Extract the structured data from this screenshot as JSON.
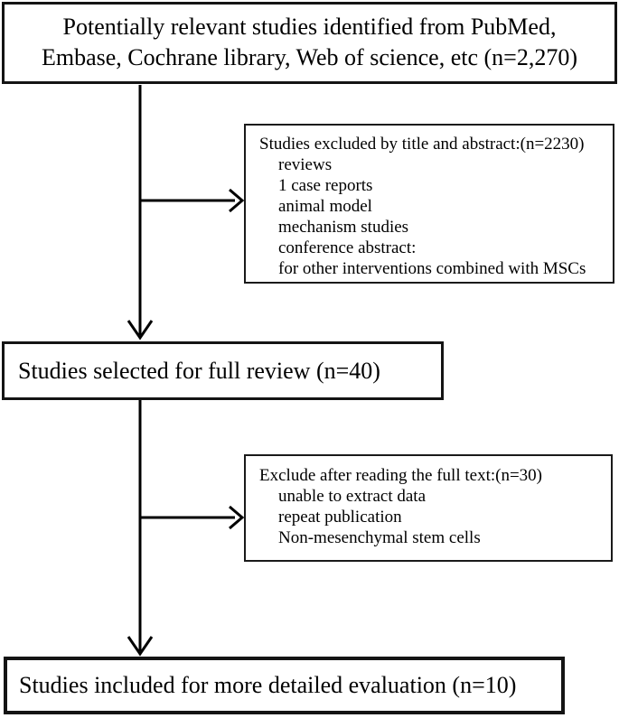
{
  "flowchart": {
    "colors": {
      "background": "#ffffff",
      "box_border": "#141414",
      "text": "#000000",
      "arrow": "#000000"
    },
    "identified_box": {
      "lines": [
        "Potentially relevant studies identified from PubMed,",
        "Embase, Cochrane library, Web of science, etc (n=2,270)"
      ]
    },
    "excluded_title_abstract_box": {
      "title": "Studies excluded by title and abstract:(n=2230)",
      "items": [
        "reviews",
        "1 case reports",
        "animal model",
        "mechanism studies",
        "conference abstract:",
        "for other interventions combined with MSCs"
      ]
    },
    "full_review_box": {
      "text": "Studies selected for full review (n=40)"
    },
    "excluded_full_text_box": {
      "title": "Exclude after reading the full text:(n=30)",
      "items": [
        "unable to extract data",
        "repeat publication",
        "Non-mesenchymal stem cells"
      ]
    },
    "included_box": {
      "text": "Studies included for more detailed evaluation (n=10)"
    }
  }
}
